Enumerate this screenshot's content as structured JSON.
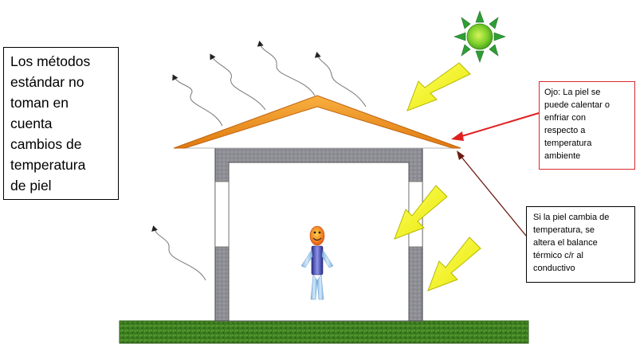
{
  "notes": {
    "left": "Los métodos\nestándar  no\ntoman en\ncuenta\ncambios de\ntemperatura\nde piel",
    "red": "Ojo: La piel se\npuede calentar o\nenfriar con\nrespecto a\ntemperatura\nambiente",
    "black": "Si la piel cambia de\ntemperatura, se\naltera el balance\ntérmico c/r al\nconductivo"
  },
  "colors": {
    "sun": "#66bb22",
    "sun_rays": "#2e9e35",
    "solar_arrows": "#f2f200",
    "roof": "#f08a1c",
    "walls": "#8f8f96",
    "grass": "#3a7a1e",
    "pointer_red": "#e02020",
    "pointer_dark": "#6b1a12"
  },
  "icons": {
    "sun": "sun-icon",
    "person": "person-icon"
  }
}
